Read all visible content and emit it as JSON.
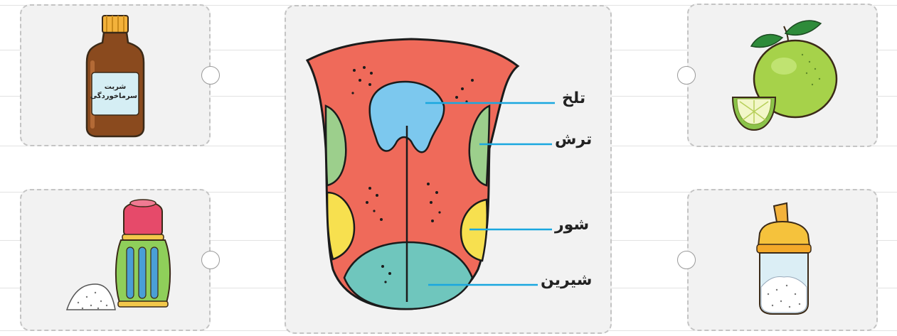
{
  "tongue": {
    "labels": {
      "bitter": "تلخ",
      "sour": "ترش",
      "salty": "شور",
      "sweet": "شیرین"
    },
    "zone_colors": {
      "bitter": "#7cc8ee",
      "sour": "#9ccf8c",
      "salty": "#f7e04f",
      "sweet": "#6fc6bd",
      "base": "#ef6a5a"
    },
    "pointer_color": "#1aa7df"
  },
  "cards": {
    "syrup_label": "شربت سرماخوردگی",
    "items": [
      "cold-syrup-bottle",
      "salt-shaker",
      "lemon",
      "sugar-dispenser"
    ]
  }
}
